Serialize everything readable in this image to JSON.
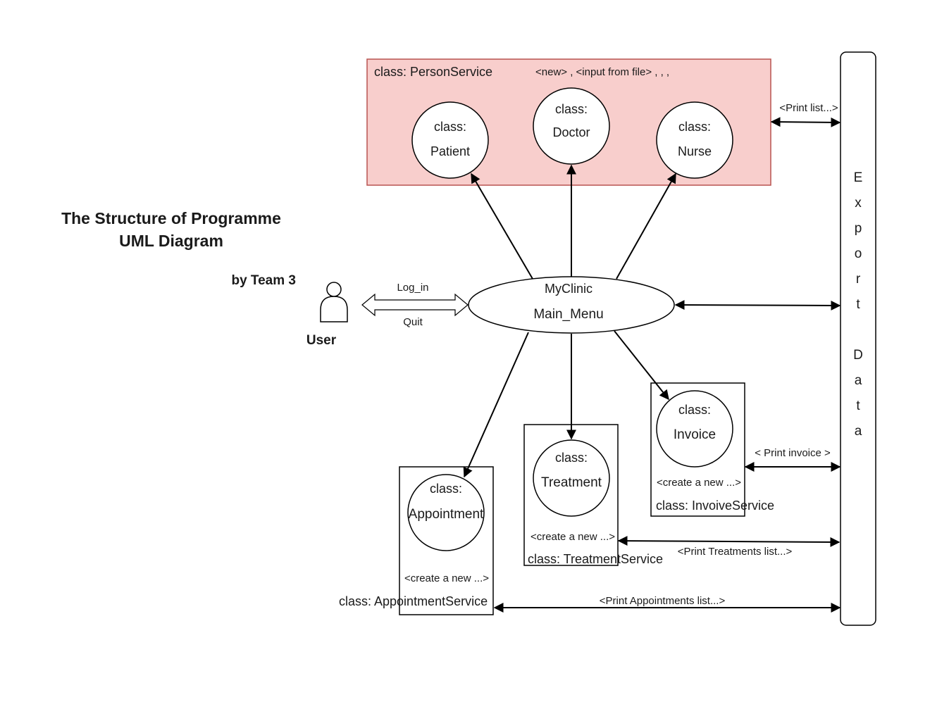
{
  "title": {
    "line1": "The Structure of  Programme",
    "line2": "UML Diagram",
    "by": "by  Team 3"
  },
  "colors": {
    "person_service_fill": "#f8cecc",
    "person_service_stroke": "#b85450",
    "stroke": "#000000"
  },
  "user": {
    "icon": "person-icon",
    "label": "User",
    "login_label": "Log_in",
    "quit_label": "Quit"
  },
  "main_menu": {
    "line1": "MyClinic",
    "line2": "Main_Menu"
  },
  "person_service": {
    "label": "class:  PersonService",
    "note": "<new> , <input from file> , , ,",
    "patient": {
      "line1": "class:",
      "line2": "Patient"
    },
    "doctor": {
      "line1": "class:",
      "line2": "Doctor"
    },
    "nurse": {
      "line1": "class:",
      "line2": "Nurse"
    },
    "print_label": "<Print list...>"
  },
  "invoice": {
    "line1": "class:",
    "line2": "Invoice",
    "create": "<create a new ...>",
    "service": "class:  InvoiveService",
    "print_label": "< Print invoice >"
  },
  "treatment": {
    "line1": "class:",
    "line2": "Treatment",
    "create": "<create a new ...>",
    "service": "class:  TreatmentService",
    "print_label": "<Print Treatments list...>"
  },
  "appointment": {
    "line1": "class:",
    "line2": "Appointment",
    "create": "<create a new ...>",
    "service": "class:  AppointmentService",
    "print_label": "<Print Appointments list...>"
  },
  "export": {
    "letters": [
      "E",
      "x",
      "p",
      "o",
      "r",
      "t",
      "",
      "D",
      "a",
      "t",
      "a"
    ]
  }
}
